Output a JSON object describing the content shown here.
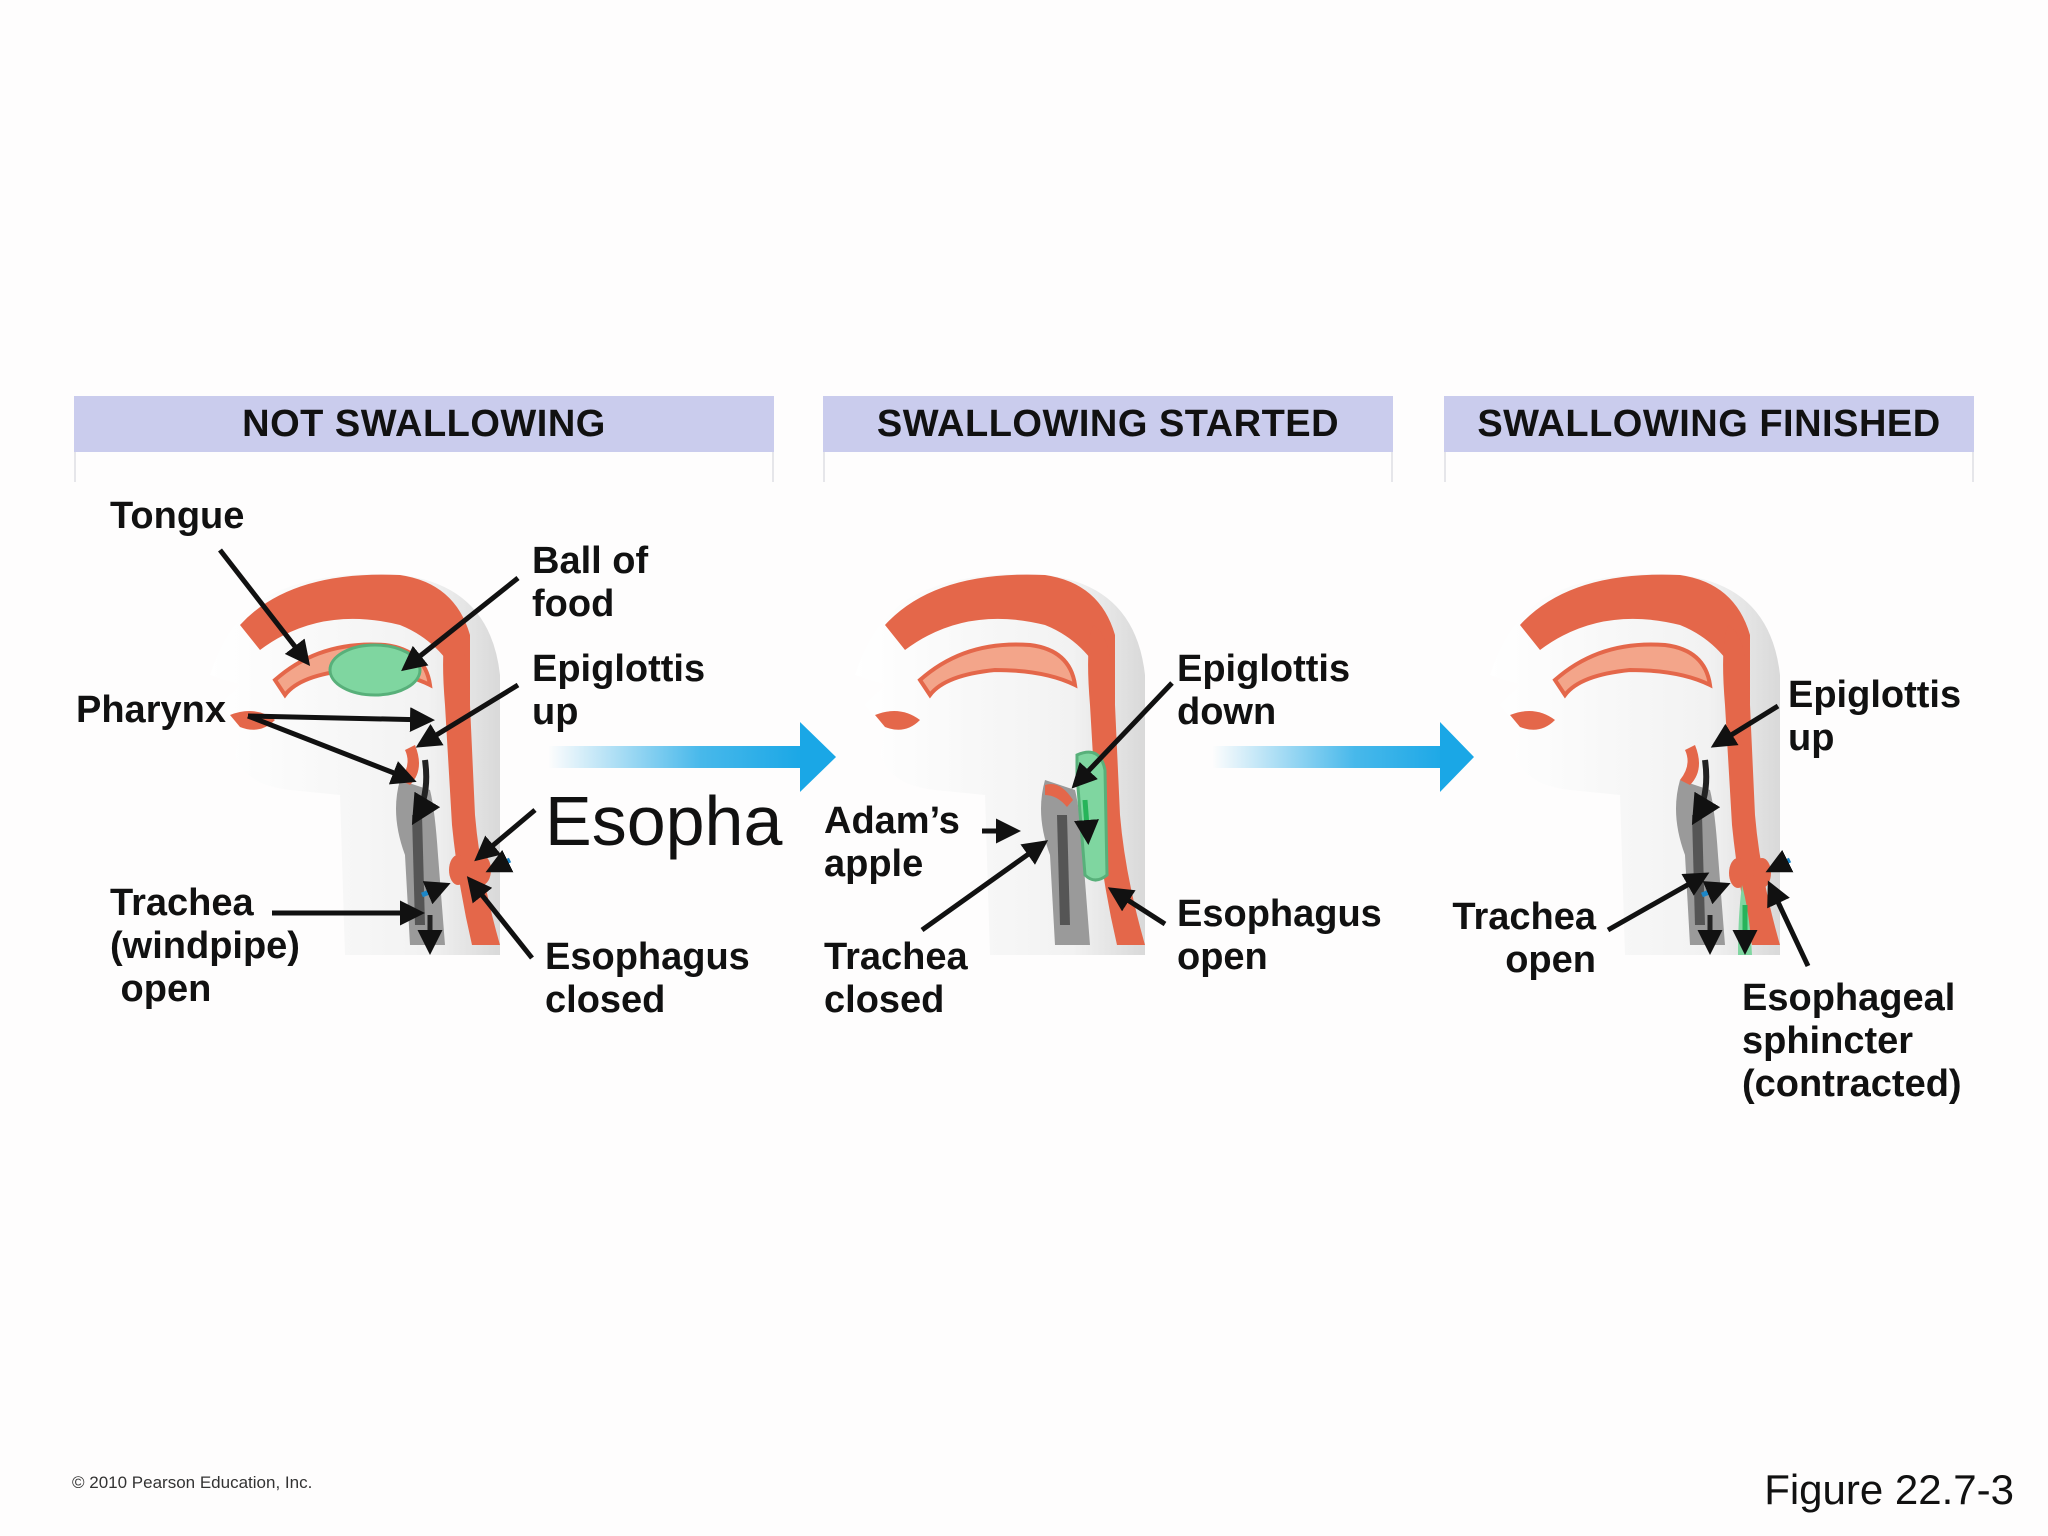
{
  "panels": [
    {
      "title": "NOT SWALLOWING"
    },
    {
      "title": "SWALLOWING STARTED"
    },
    {
      "title": "SWALLOWING FINISHED"
    }
  ],
  "labels": {
    "tongue": "Tongue",
    "ball_of_food": "Ball of\nfood",
    "epiglottis_up_1": "Epiglottis\nup",
    "pharynx": "Pharynx",
    "esopha": "Esopha",
    "trachea_windpipe_open": "Trachea\n(windpipe)\n open",
    "esophagus_closed": "Esophagus\nclosed",
    "adams_apple": "Adam’s\napple",
    "trachea_closed": "Trachea\nclosed",
    "epiglottis_down": "Epiglottis\ndown",
    "esophagus_open": "Esophagus\nopen",
    "trachea_open": "Trachea\nopen",
    "epiglottis_up_3": "Epiglottis\nup",
    "esophageal_sphincter": "Esophageal\nsphincter\n(contracted)"
  },
  "footer": {
    "copyright": "© 2010 Pearson Education, Inc.",
    "figure": "Figure 22.7-3"
  },
  "colors": {
    "header_band": "#cacced",
    "tissue": "#e4674a",
    "tissue_light": "#f3a58a",
    "food": "#7fd6a0",
    "airway": "#6f6f6f",
    "progress_arrow": "#1aa7e6",
    "food_arrow": "#26b45a"
  }
}
